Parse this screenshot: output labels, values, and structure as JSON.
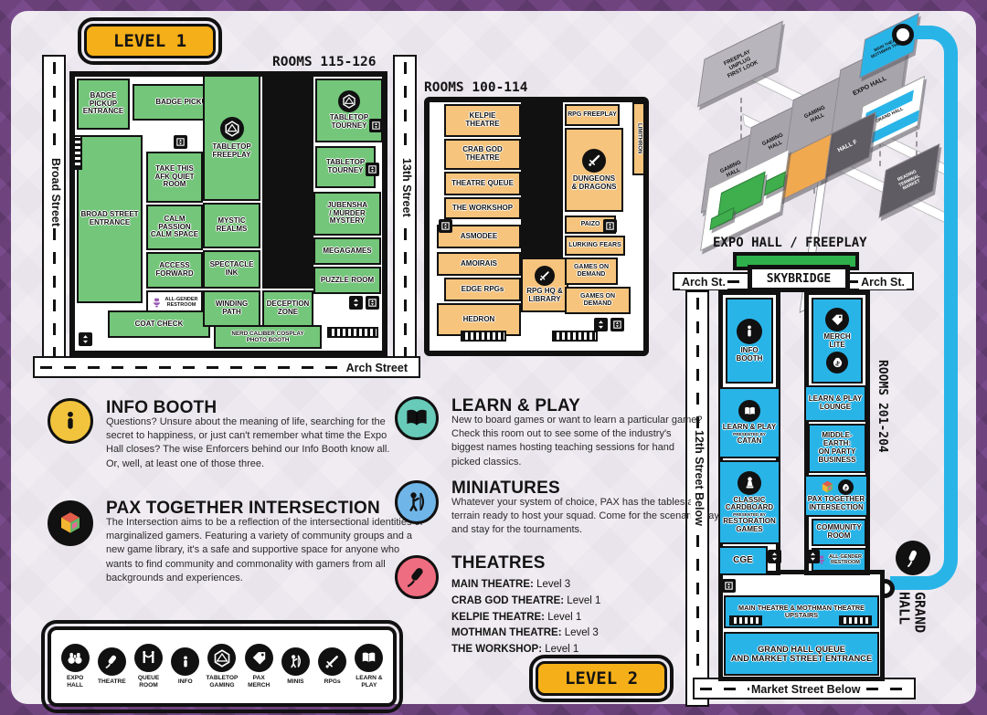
{
  "badges": {
    "level1": "LEVEL 1",
    "level2": "LEVEL 2"
  },
  "streets": {
    "broad": "Broad Street",
    "thirteenth": "13th Street",
    "arch": "Arch Street",
    "arch_left": "Arch St.",
    "arch_right": "Arch St.",
    "twelfth": "12th Street Below",
    "market": "Market Street Below"
  },
  "map1": {
    "title": "ROOMS 115-126",
    "rooms": {
      "badge_pickup_entrance": "BADGE PICKUP ENTRANCE",
      "badge_pickup": "BADGE PICKUP",
      "tabletop_freeplay": "TABLETOP FREEPLAY",
      "tabletop_tourney_1": "TABLETOP TOURNEY",
      "tabletop_tourney_2": "TABLETOP TOURNEY",
      "broad_street_entrance": "BROAD STREET\nENTRANCE",
      "afk_quiet_room": "TAKE THIS\nAFK QUIET\nROOM",
      "calm_space": "CALM\nPASSION\nCALM SPACE",
      "access_forward": "ACCESS\nFORWARD",
      "all_gender_restroom": "ALL-GENDER\nRESTROOM",
      "coat_check": "COAT CHECK",
      "mystic_realms": "MYSTIC\nREALMS",
      "spectacle_ink": "SPECTACLE\nINK",
      "winding_path": "WINDING\nPATH",
      "deception_zone": "DECEPTION\nZONE",
      "jubensha": "JUBENSHA\n/ MURDER\nMYSTERY",
      "megagames": "MEGAGAMES",
      "puzzle_room": "PUZZLE ROOM",
      "photo_booth": "NERD CALIBER COSPLAY\nPHOTO BOOTH"
    }
  },
  "map2": {
    "title": "ROOMS 100-114",
    "rooms": {
      "kelpie": "KELPIE\nTHEATRE",
      "crab_god": "CRAB GOD\nTHEATRE",
      "theatre_queue": "THEATRE QUEUE",
      "workshop": "THE WORKSHOP",
      "asmodee": "ASMODEE",
      "amoirais": "AMOIRAIS",
      "edge_rpgs": "EDGE RPGs",
      "hedron": "HEDRON",
      "rpg_hq": "RPG HQ &\nLIBRARY",
      "rpg_freeplay": "RPG FREEPLAY",
      "dnd": "DUNGEONS\n& DRAGONS",
      "paizo": "PAIZO",
      "lurking_fears": "LURKING FEARS",
      "games_on_demand_1": "GAMES ON\nDEMAND",
      "games_on_demand_2": "GAMES ON DEMAND",
      "limithron": "LIMITHRON"
    }
  },
  "level2": {
    "title": "EXPO HALL / FREEPLAY",
    "skybridge": "SKYBRIDGE",
    "rooms_label": "ROOMS 201-204",
    "grand_hall": "GRAND\nHALL",
    "rooms": {
      "info_booth": "INFO\nBOOTH",
      "merch_lite": "MERCH\nLITE",
      "learn_play": "LEARN & PLAY",
      "presented_by_1": "PRESENTED BY",
      "catan": "CATAN",
      "learn_play_lounge": "LEARN & PLAY\nLOUNGE",
      "classic_cardboard": "CLASSIC\nCARDBOARD",
      "presented_by_2": "PRESENTED BY",
      "restoration_games": "RESTORATION\nGAMES",
      "cge": "CGE",
      "middle_earth": "MIDDLE-\nEARTH:\nON PARTY\nBUSINESS",
      "pax_together": "PAX TOGETHER\nINTERSECTION",
      "community_room": "COMMUNITY\nROOM",
      "all_gender_restroom": "ALL-GENDER\nRESTROOM",
      "main_theatre": "MAIN THEATRE & MOTHMAN THEATRE\nUPSTAIRS",
      "grand_hall_queue": "GRAND HALL QUEUE\nAND MARKET STREET ENTRANCE"
    }
  },
  "iso": {
    "freeplay": "FREEPLAY\nUNPLUG\nFIRST LOOK",
    "gaming_hall": "GAMING\nHALL",
    "expo_hall": "EXPO HALL",
    "main_theatre": "MAIN THEATRE",
    "mothman_theatre": "MOTHMAN THEATRE",
    "grand_hall": "GRAND HALL",
    "hall_f": "HALL F",
    "reading_terminal": "READING\nTERMINAL\nMARKET"
  },
  "sections": {
    "info": {
      "heading": "INFO BOOTH",
      "body": "Questions? Unsure about the meaning of life, searching for the secret to happiness, or just can't remember what time the Expo Hall closes? The wise Enforcers behind our Info Booth know all. Or, well, at least one of those three."
    },
    "pax": {
      "heading": "PAX TOGETHER INTERSECTION",
      "body": "The Intersection aims to be a reflection of the intersectional identities of marginalized gamers. Featuring a variety of community groups and a new game library, it's a safe and supportive space for anyone who wants to find community and commonality with gamers from all backgrounds and experiences."
    },
    "learn": {
      "heading": "LEARN & PLAY",
      "body": "New to board games or want to learn a particular game? Check this room out to see some of the industry's biggest names hosting teaching sessions for hand picked classics."
    },
    "minis": {
      "heading": "MINIATURES",
      "body": "Whatever your system of choice, PAX has the tables and terrain ready to host your squad. Come for the scenario play and stay for the tournaments."
    },
    "theatres": {
      "heading": "THEATRES",
      "list": [
        {
          "name": "MAIN THEATRE:",
          "level": "Level 3"
        },
        {
          "name": "CRAB GOD THEATRE:",
          "level": "Level 1"
        },
        {
          "name": "KELPIE THEATRE:",
          "level": "Level 1"
        },
        {
          "name": "MOTHMAN THEATRE:",
          "level": "Level 3"
        },
        {
          "name": "THE WORKSHOP:",
          "level": "Level 1"
        }
      ]
    }
  },
  "legend": {
    "items": [
      {
        "label": "EXPO\nHALL"
      },
      {
        "label": "THEATRE"
      },
      {
        "label": "QUEUE\nROOM"
      },
      {
        "label": "INFO"
      },
      {
        "label": "TABLETOP\nGAMING"
      },
      {
        "label": "PAX\nMERCH"
      },
      {
        "label": "MINIS"
      },
      {
        "label": "RPGs"
      },
      {
        "label": "LEARN &\nPLAY"
      }
    ]
  },
  "colors": {
    "accent_blue": "#29b4e8",
    "room_green": "#74c67a",
    "room_tan": "#f6c47d",
    "badge_orange": "#f5af18",
    "frame_purple": "#7a4b8c",
    "skybridge_green": "#2eb14b"
  }
}
